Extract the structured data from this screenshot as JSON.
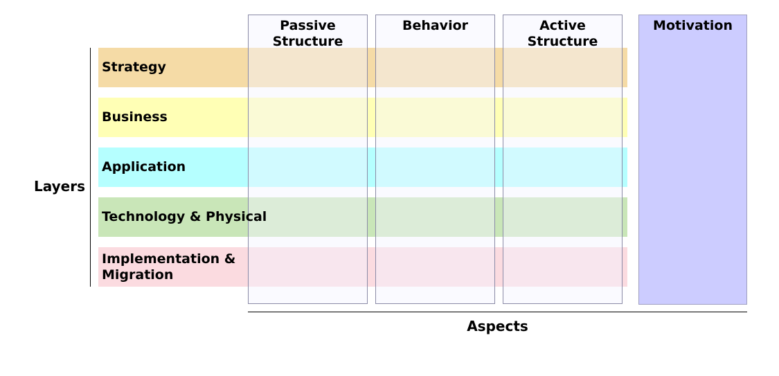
{
  "layers_axis": {
    "label": "Layers"
  },
  "aspects_axis": {
    "label": "Aspects"
  },
  "layers": [
    {
      "label": "Strategy",
      "color": "#f5dba6"
    },
    {
      "label": "Business",
      "color": "#ffffb5"
    },
    {
      "label": "Application",
      "color": "#b5ffff"
    },
    {
      "label": "Technology & Physical",
      "color": "#c9e6b8"
    },
    {
      "label": "Implementation &\nMigration",
      "color": "#fbdbe0"
    }
  ],
  "aspects": [
    {
      "label": "Passive\nStructure"
    },
    {
      "label": "Behavior"
    },
    {
      "label": "Active\nStructure"
    }
  ],
  "motivation": {
    "label": "Motivation",
    "color": "#ccccff"
  }
}
